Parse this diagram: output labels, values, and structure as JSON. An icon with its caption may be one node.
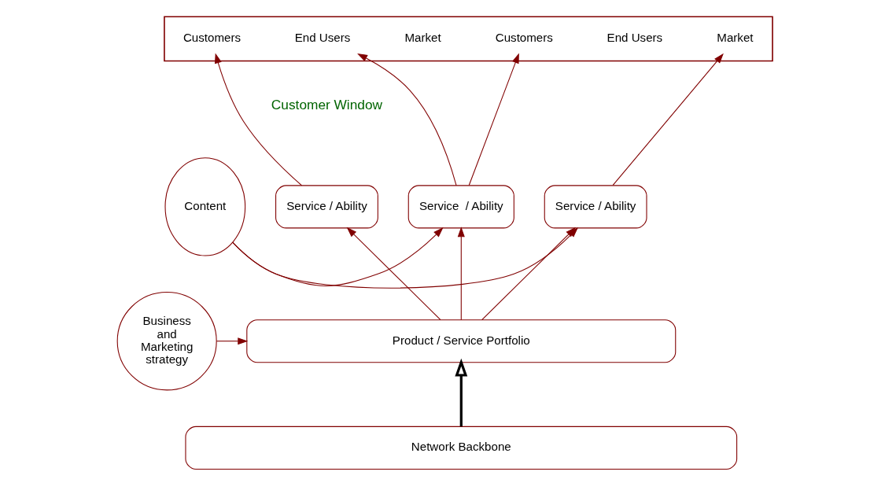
{
  "diagram": {
    "nodes": [
      {
        "text": [],
        "shape": "box"
      },
      {
        "text": [
          "Customers"
        ],
        "in": 0
      },
      {
        "text": [
          "End Users"
        ],
        "in": 0
      },
      {
        "text": [
          "Market"
        ],
        "in": 0
      },
      {
        "text": [
          "Customers"
        ],
        "in": 0
      },
      {
        "text": [
          "End Users"
        ],
        "in": 0
      },
      {
        "text": [
          "Market"
        ],
        "in": 0
      },
      {
        "text": [
          "Content"
        ]
      },
      {
        "text": [
          "Service / Ability"
        ]
      },
      {
        "text": [
          "Service  / Ability"
        ]
      },
      {
        "text": [
          "Service / Ability"
        ]
      },
      {
        "text": [
          "Business and Marketing strategy"
        ]
      },
      {
        "text": [
          "Product / Service Portfolio"
        ]
      },
      {
        "text": [
          "Network Backbone"
        ]
      }
    ],
    "edges": [
      {
        "from": 8,
        "to": 1,
        "arrow": "to"
      },
      {
        "from": 9,
        "to": 2,
        "arrow": "to"
      },
      {
        "from": 9,
        "to": 4,
        "arrow": "to"
      },
      {
        "from": 10,
        "to": 6,
        "arrow": "to"
      },
      {
        "from": 7,
        "to": 9,
        "arrow": "to"
      },
      {
        "from": 7,
        "to": 10,
        "arrow": "to"
      },
      {
        "from": 12,
        "to": 8,
        "arrow": "to"
      },
      {
        "from": 12,
        "to": 9,
        "arrow": "to"
      },
      {
        "from": 12,
        "to": 10,
        "arrow": "to"
      },
      {
        "from": 11,
        "to": 12,
        "arrow": "to"
      },
      {
        "from": 13,
        "to": 12,
        "arrow": "to",
        "style": "thick",
        "color": "#000000"
      }
    ],
    "labels": [
      "Customer Window"
    ]
  }
}
